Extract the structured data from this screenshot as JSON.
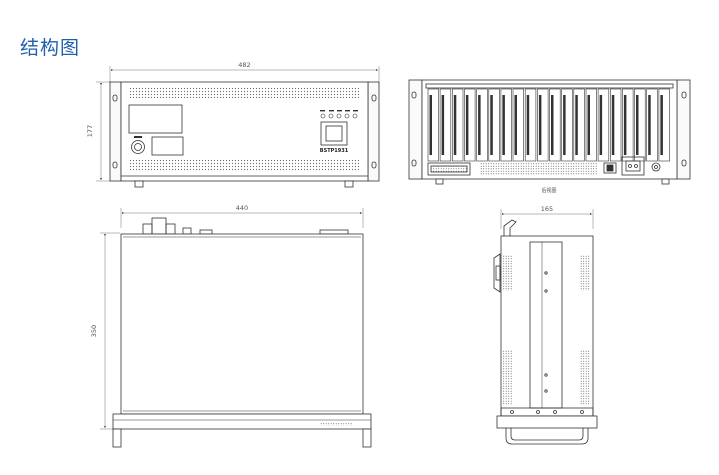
{
  "page": {
    "title": "结构图"
  },
  "front_view": {
    "width_dim": "482",
    "height_dim": "177",
    "model_label": "BSTP1931"
  },
  "rear_view": {
    "caption": "后视图"
  },
  "top_view": {
    "width_dim": "440",
    "depth_dim": "350"
  },
  "side_view": {
    "width_dim": "165"
  }
}
